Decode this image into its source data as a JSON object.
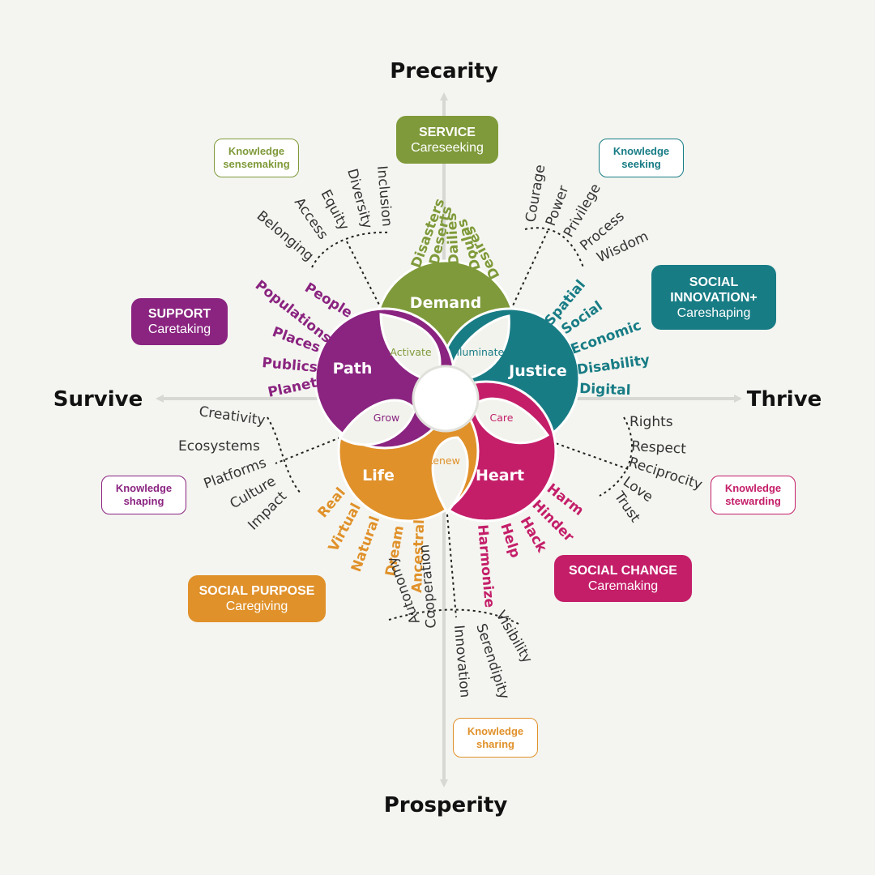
{
  "axes": {
    "top": "Precarity",
    "bottom": "Prosperity",
    "left": "Survive",
    "right": "Thrive"
  },
  "colors": {
    "green": "#7f9a3a",
    "teal": "#187c85",
    "purple": "#8a2480",
    "orange": "#e0912a",
    "magenta": "#c41e69"
  },
  "petals": {
    "demand": {
      "title": "Demand",
      "inner": "Activate",
      "inner2": "Illuminate"
    },
    "justice": {
      "title": "Justice"
    },
    "heart": {
      "title": "Heart",
      "inner": "Care"
    },
    "life": {
      "title": "Life",
      "inner": "Renew"
    },
    "path": {
      "title": "Path",
      "inner": "Grow"
    }
  },
  "boxes": {
    "service": {
      "title": "SERVICE",
      "sub": "Careseeking"
    },
    "social_innovation": {
      "title": "SOCIAL INNOVATION+",
      "sub": "Careshaping"
    },
    "social_change": {
      "title": "SOCIAL CHANGE",
      "sub": "Caremaking"
    },
    "social_purpose": {
      "title": "SOCIAL PURPOSE",
      "sub": "Caregiving"
    },
    "support": {
      "title": "SUPPORT",
      "sub": "Caretaking"
    }
  },
  "knowledge": {
    "sensemaking": {
      "l1": "Knowledge",
      "l2": "sensemaking"
    },
    "seeking": {
      "l1": "Knowledge",
      "l2": "seeking"
    },
    "stewarding": {
      "l1": "Knowledge",
      "l2": "stewarding"
    },
    "sharing": {
      "l1": "Knowledge",
      "l2": "sharing"
    },
    "shaping": {
      "l1": "Knowledge",
      "l2": "shaping"
    }
  },
  "words": {
    "demand": [
      "Disasters",
      "Deserts",
      "Dailies",
      "Doulas",
      "Desires"
    ],
    "justice": [
      "Spatial",
      "Social",
      "Economic",
      "Disability",
      "Digital"
    ],
    "heart": [
      "Harm",
      "Hinder",
      "Hack",
      "Help",
      "Harmonize"
    ],
    "life": [
      "Real",
      "Virtual",
      "Natural",
      "Dream",
      "Ancestral"
    ],
    "path": [
      "People",
      "Populations",
      "Places",
      "Publics",
      "Planet"
    ]
  },
  "gray_words": {
    "top_left": [
      "Belonging",
      "Access",
      "Equity",
      "Diversity",
      "Inclusion"
    ],
    "top_right": [
      "Courage",
      "Power",
      "Privilege",
      "Process",
      "Wisdom"
    ],
    "right": [
      "Rights",
      "Respect",
      "Reciprocity",
      "Love",
      "Trust"
    ],
    "bottom": [
      "Autonomy",
      "Cooperation",
      "Innovation",
      "Serendipity",
      "Visibility"
    ],
    "left": [
      "Creativity",
      "Ecosystems",
      "Platforms",
      "Culture",
      "Impact"
    ]
  }
}
